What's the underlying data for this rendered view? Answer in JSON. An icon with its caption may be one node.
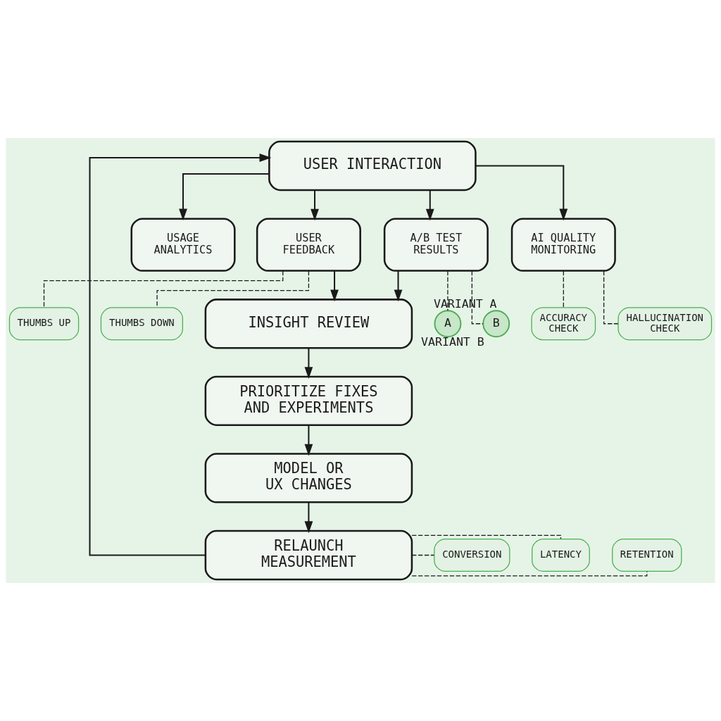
{
  "diagram": {
    "nodes": [
      {
        "text": [
          "USER INTERACTION"
        ]
      },
      {
        "text": [
          "USAGE ANALYTICS"
        ]
      },
      {
        "text": [
          "USER FEEDBACK"
        ]
      },
      {
        "text": [
          "A/B TEST RESULTS"
        ]
      },
      {
        "text": [
          "AI QUALITY MONITORING"
        ]
      },
      {
        "text": [
          "THUMBS UP"
        ]
      },
      {
        "text": [
          "THUMBS DOWN"
        ]
      },
      {
        "text": [
          "A"
        ],
        "beside": [
          "VARIANT A"
        ]
      },
      {
        "text": [
          "B"
        ],
        "beside": [
          "VARIANT B"
        ]
      },
      {
        "text": [
          "ACCURACY CHECK"
        ]
      },
      {
        "text": [
          "HALLUCINATION CHECK"
        ]
      },
      {
        "text": [
          "INSIGHT REVIEW"
        ]
      },
      {
        "text": [
          "PRIORITIZE FIXES AND EXPERIMENTS"
        ]
      },
      {
        "text": [
          "MODEL OR UX CHANGES"
        ]
      },
      {
        "text": [
          "RELAUNCH MEASUREMENT"
        ]
      },
      {
        "text": [
          "RETENTION"
        ]
      },
      {
        "text": [
          "LATENCY"
        ]
      },
      {
        "text": [
          "CONVERSION"
        ]
      }
    ],
    "edges": [
      {
        "from": 0,
        "to": 1,
        "arrow": "to"
      },
      {
        "from": 0,
        "to": 2,
        "arrow": "to"
      },
      {
        "from": 0,
        "to": 3,
        "arrow": "to"
      },
      {
        "from": 0,
        "to": 4,
        "arrow": "to"
      },
      {
        "from": 2,
        "to": 5,
        "arrow": "none",
        "style": "dashed"
      },
      {
        "from": 2,
        "to": 6,
        "arrow": "none",
        "style": "dashed"
      },
      {
        "from": 3,
        "to": 7,
        "arrow": "none",
        "style": "dashed"
      },
      {
        "from": 3,
        "to": 8,
        "arrow": "none",
        "style": "dashed"
      },
      {
        "from": 4,
        "to": 9,
        "arrow": "none",
        "style": "dashed"
      },
      {
        "from": 4,
        "to": 10,
        "arrow": "none",
        "style": "dashed"
      },
      {
        "from": 2,
        "to": 11,
        "arrow": "to"
      },
      {
        "from": 3,
        "to": 11,
        "arrow": "to"
      },
      {
        "from": 11,
        "to": 12,
        "arrow": "to"
      },
      {
        "from": 12,
        "to": 13,
        "arrow": "to"
      },
      {
        "from": 13,
        "to": 14,
        "arrow": "to"
      },
      {
        "from": 14,
        "to": 0,
        "arrow": "to"
      },
      {
        "from": 14,
        "to": 15,
        "arrow": "none",
        "style": "dashed"
      },
      {
        "from": 14,
        "to": 16,
        "arrow": "none",
        "style": "dashed"
      },
      {
        "from": 14,
        "to": 17,
        "arrow": "none",
        "style": "dashed"
      }
    ]
  }
}
